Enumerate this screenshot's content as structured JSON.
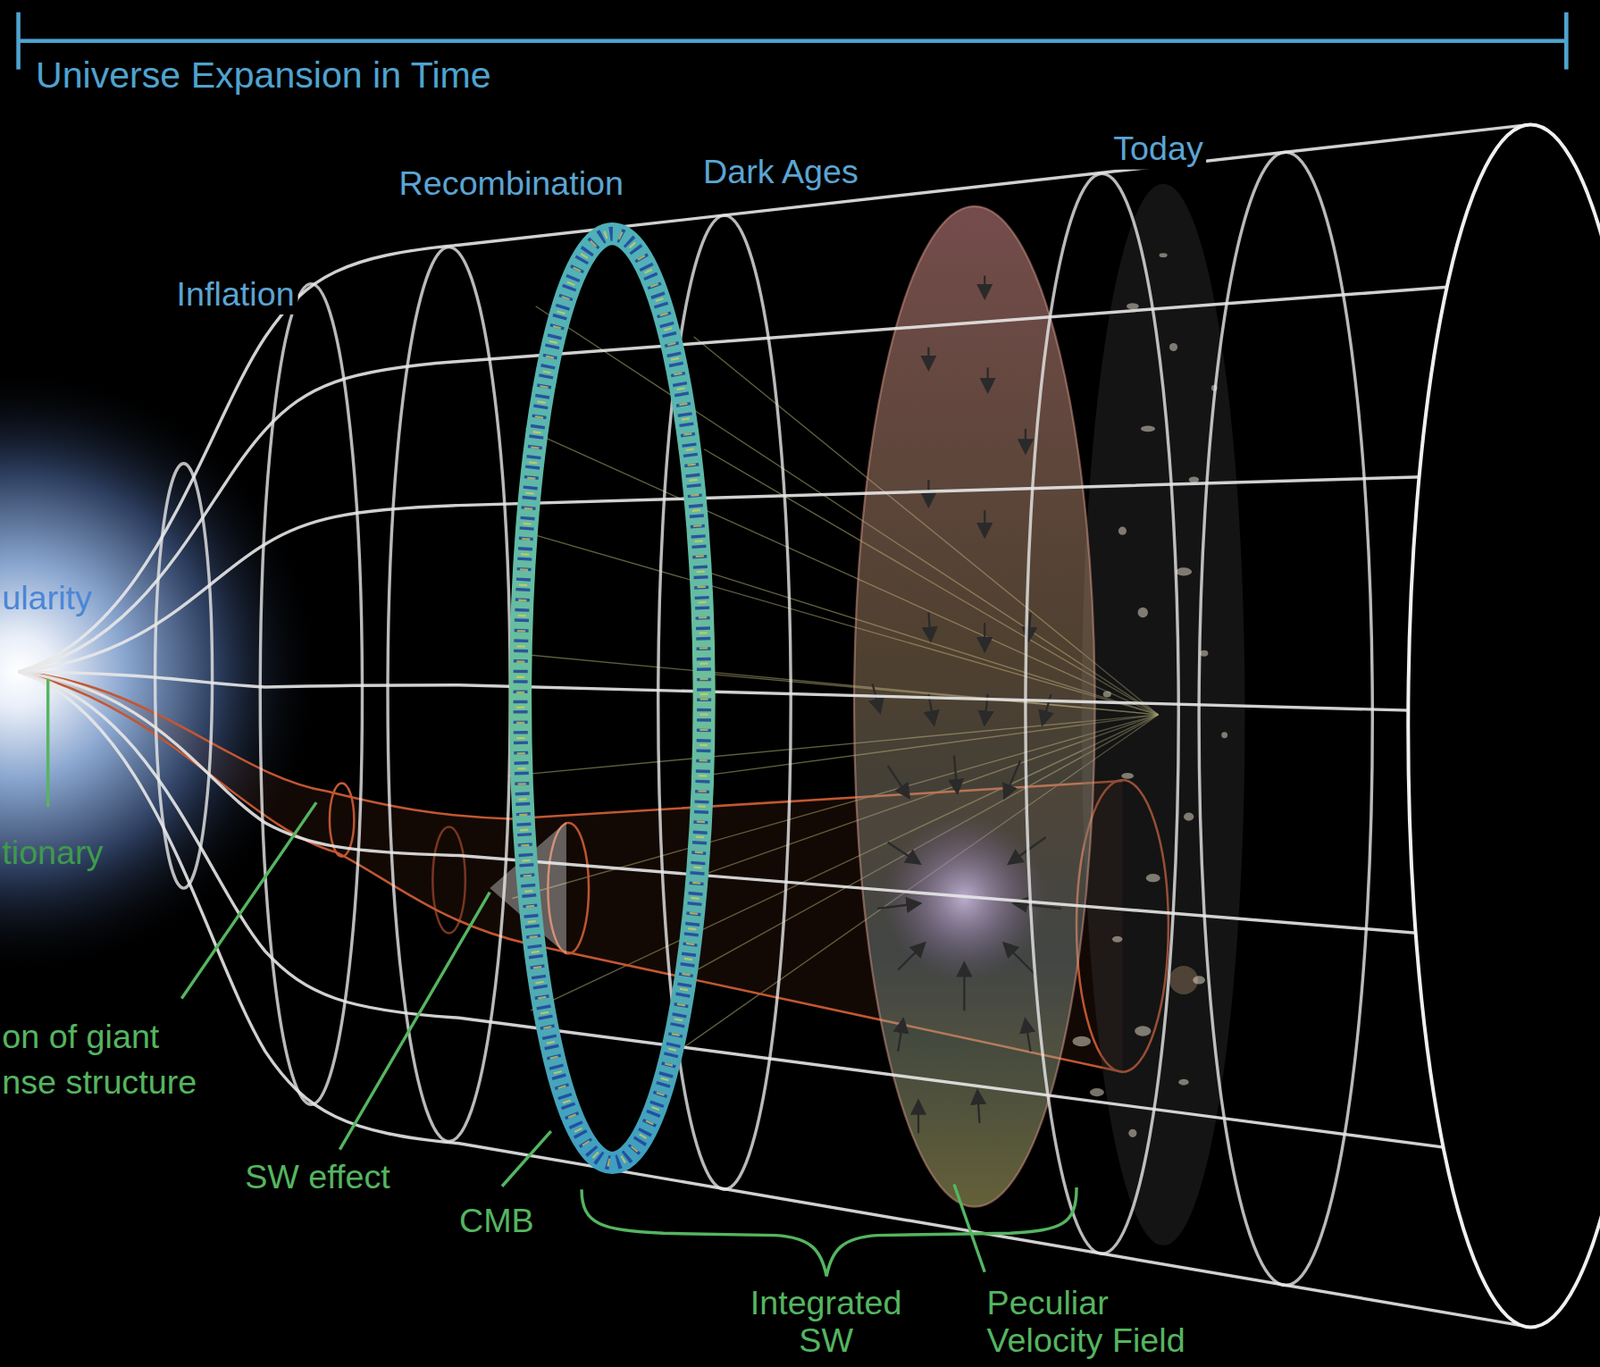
{
  "diagram": {
    "title": "Universe Expansion in Time",
    "labels": [
      "Recombination",
      "Dark Ages",
      "Today",
      "Inflation",
      "ularity",
      "tionary",
      "on of giant",
      "nse structure",
      "SW effect",
      "CMB",
      "Integrated SW",
      "Peculiar Velocity Field"
    ]
  }
}
